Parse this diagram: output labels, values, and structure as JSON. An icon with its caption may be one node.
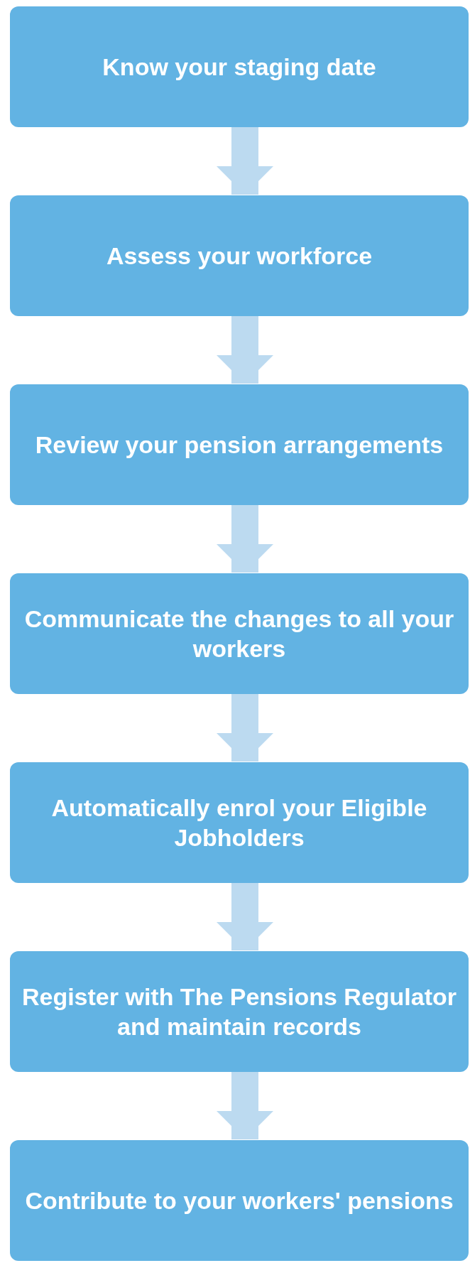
{
  "diagram": {
    "nodes": [
      {
        "text": [
          "Know your staging date"
        ]
      },
      {
        "text": [
          "Assess your workforce"
        ]
      },
      {
        "text": [
          "Review your pension arrangements"
        ]
      },
      {
        "text": [
          "Communicate the changes to all your workers"
        ]
      },
      {
        "text": [
          "Automatically enrol your Eligible Jobholders"
        ]
      },
      {
        "text": [
          "Register with The Pensions Regulator and maintain records"
        ]
      },
      {
        "text": [
          "Contribute to your workers' pensions"
        ]
      }
    ],
    "edges": [
      {
        "from": 0,
        "to": 1,
        "arrow": "to"
      },
      {
        "from": 1,
        "to": 2,
        "arrow": "to"
      },
      {
        "from": 2,
        "to": 3,
        "arrow": "to"
      },
      {
        "from": 3,
        "to": 4,
        "arrow": "to"
      },
      {
        "from": 4,
        "to": 5,
        "arrow": "to"
      },
      {
        "from": 5,
        "to": 6,
        "arrow": "to"
      }
    ]
  }
}
